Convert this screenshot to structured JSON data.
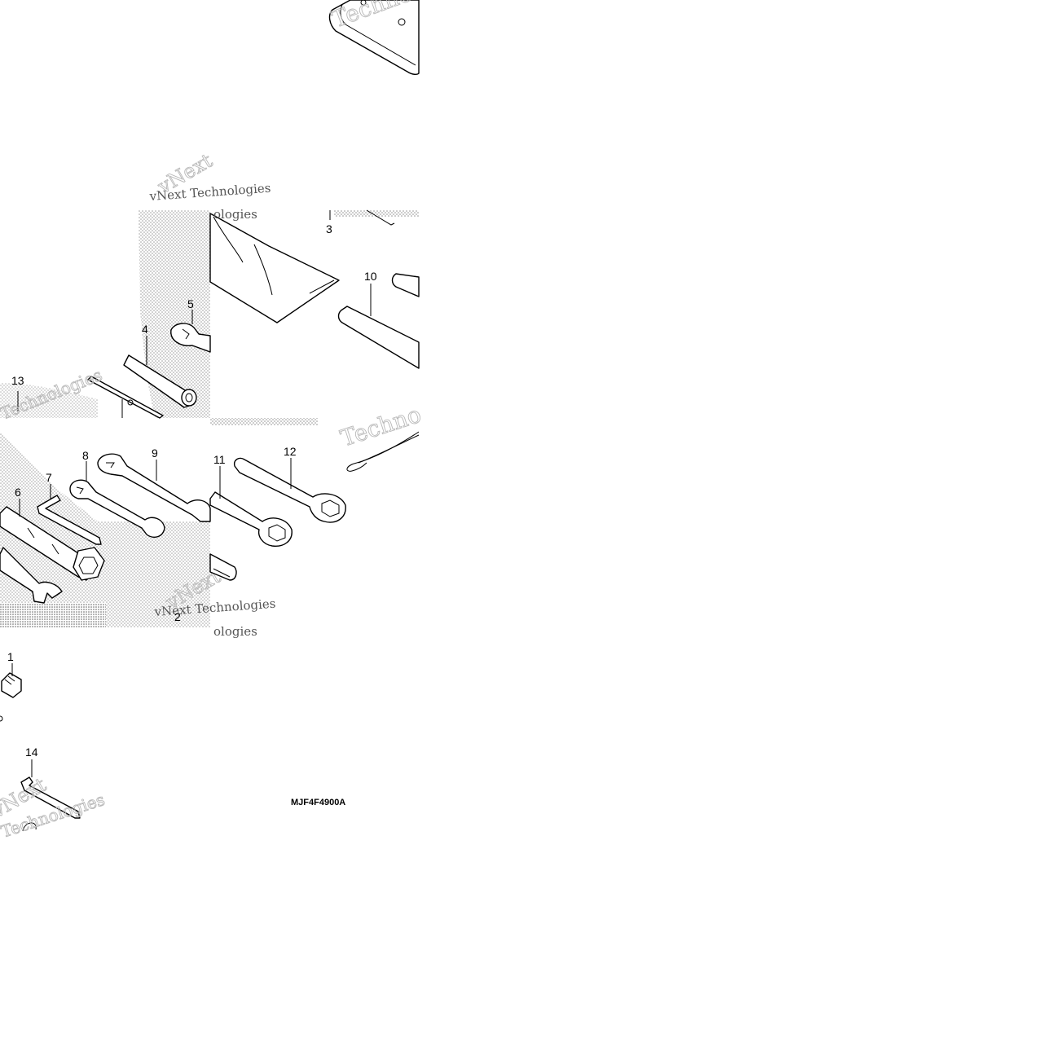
{
  "diagram": {
    "callouts": {
      "c1": "1",
      "c2": "2",
      "c3": "3",
      "c4": "4",
      "c5": "5",
      "c6": "6",
      "c7": "7",
      "c8": "8",
      "c9": "9",
      "c10": "10",
      "c11": "11",
      "c12": "12",
      "c13": "13",
      "c14": "14"
    },
    "drawing_code": "MJF4F4900A"
  },
  "watermark": {
    "brand": "vNext Technologies",
    "word_next": "vNext",
    "word_tech": "Techno",
    "word_technologies": "Technologies",
    "word_ologies": "ologies"
  }
}
